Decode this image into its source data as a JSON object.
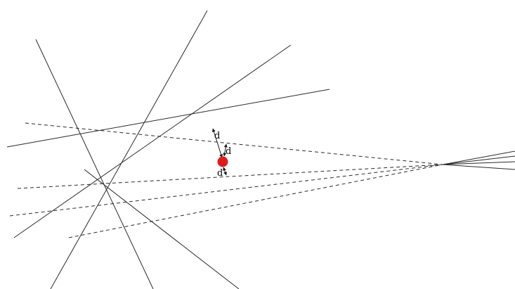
{
  "distance_labels": {
    "upper": "d",
    "middle": "d",
    "lower": "d"
  },
  "colors": {
    "line": "#2a2a2a",
    "point": "#dd1c1c",
    "background": "#ffffff"
  }
}
